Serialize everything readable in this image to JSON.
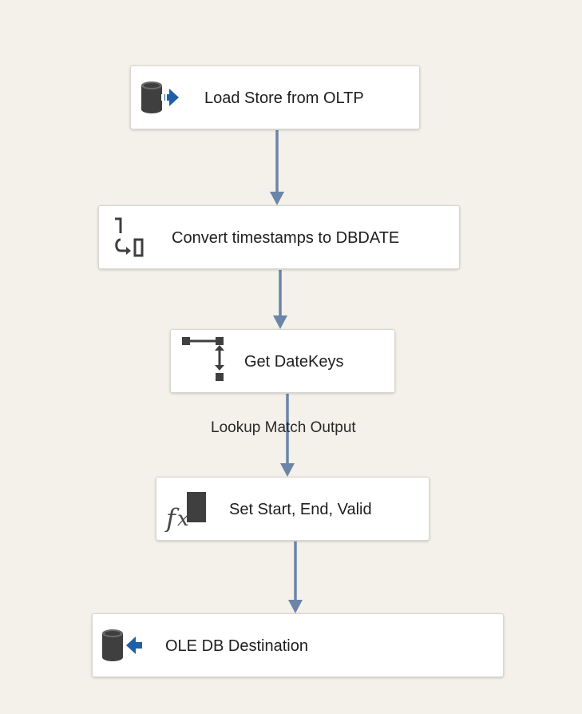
{
  "diagram": {
    "tasks": [
      {
        "id": "load_store",
        "label": "Load Store from OLTP",
        "icon": "ole-db-source-icon"
      },
      {
        "id": "convert",
        "label": "Convert timestamps to DBDATE",
        "icon": "data-conversion-icon"
      },
      {
        "id": "lookup",
        "label": "Get DateKeys",
        "icon": "lookup-icon"
      },
      {
        "id": "derived",
        "label": "Set Start, End, Valid",
        "icon": "derived-column-icon"
      },
      {
        "id": "destination",
        "label": "OLE DB Destination",
        "icon": "ole-db-destination-icon"
      }
    ],
    "paths": [
      {
        "from": "load_store",
        "to": "convert",
        "label": ""
      },
      {
        "from": "convert",
        "to": "lookup",
        "label": ""
      },
      {
        "from": "lookup",
        "to": "derived",
        "label": "Lookup Match Output"
      },
      {
        "from": "derived",
        "to": "destination",
        "label": ""
      }
    ],
    "colors": {
      "background": "#f4f1ea",
      "connector": "#6b85a8",
      "accent_blue": "#1f5fa8",
      "icon_gray": "#3f3f3f"
    }
  }
}
